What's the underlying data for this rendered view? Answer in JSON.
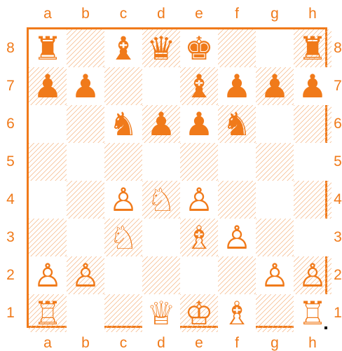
{
  "theme": {
    "accent_color": "#f07a1a",
    "hatch_color": "#f4b583",
    "light_square_color": "#ffffff"
  },
  "board": {
    "files": [
      "a",
      "b",
      "c",
      "d",
      "e",
      "f",
      "g",
      "h"
    ],
    "ranks": [
      "8",
      "7",
      "6",
      "5",
      "4",
      "3",
      "2",
      "1"
    ],
    "pieces": [
      {
        "square": "a8",
        "color": "black",
        "type": "rook",
        "glyph": "♜"
      },
      {
        "square": "c8",
        "color": "black",
        "type": "bishop",
        "glyph": "♝"
      },
      {
        "square": "d8",
        "color": "black",
        "type": "queen",
        "glyph": "♛"
      },
      {
        "square": "e8",
        "color": "black",
        "type": "king",
        "glyph": "♚"
      },
      {
        "square": "h8",
        "color": "black",
        "type": "rook",
        "glyph": "♜"
      },
      {
        "square": "a7",
        "color": "black",
        "type": "pawn",
        "glyph": "♟"
      },
      {
        "square": "b7",
        "color": "black",
        "type": "pawn",
        "glyph": "♟"
      },
      {
        "square": "e7",
        "color": "black",
        "type": "bishop",
        "glyph": "♝"
      },
      {
        "square": "f7",
        "color": "black",
        "type": "pawn",
        "glyph": "♟"
      },
      {
        "square": "g7",
        "color": "black",
        "type": "pawn",
        "glyph": "♟"
      },
      {
        "square": "h7",
        "color": "black",
        "type": "pawn",
        "glyph": "♟"
      },
      {
        "square": "c6",
        "color": "black",
        "type": "knight",
        "glyph": "♞"
      },
      {
        "square": "d6",
        "color": "black",
        "type": "pawn",
        "glyph": "♟"
      },
      {
        "square": "e6",
        "color": "black",
        "type": "pawn",
        "glyph": "♟"
      },
      {
        "square": "f6",
        "color": "black",
        "type": "knight",
        "glyph": "♞"
      },
      {
        "square": "c4",
        "color": "white",
        "type": "pawn",
        "glyph": "♙"
      },
      {
        "square": "d4",
        "color": "white",
        "type": "knight",
        "glyph": "♘"
      },
      {
        "square": "e4",
        "color": "white",
        "type": "pawn",
        "glyph": "♙"
      },
      {
        "square": "c3",
        "color": "white",
        "type": "knight",
        "glyph": "♘"
      },
      {
        "square": "e3",
        "color": "white",
        "type": "bishop",
        "glyph": "♗"
      },
      {
        "square": "f3",
        "color": "white",
        "type": "pawn",
        "glyph": "♙"
      },
      {
        "square": "a2",
        "color": "white",
        "type": "pawn",
        "glyph": "♙"
      },
      {
        "square": "b2",
        "color": "white",
        "type": "pawn",
        "glyph": "♙"
      },
      {
        "square": "g2",
        "color": "white",
        "type": "pawn",
        "glyph": "♙"
      },
      {
        "square": "h2",
        "color": "white",
        "type": "pawn",
        "glyph": "♙"
      },
      {
        "square": "a1",
        "color": "white",
        "type": "rook",
        "glyph": "♖"
      },
      {
        "square": "d1",
        "color": "white",
        "type": "queen",
        "glyph": "♕"
      },
      {
        "square": "e1",
        "color": "white",
        "type": "king",
        "glyph": "♔"
      },
      {
        "square": "f1",
        "color": "white",
        "type": "bishop",
        "glyph": "♗"
      },
      {
        "square": "h1",
        "color": "white",
        "type": "rook",
        "glyph": "♖"
      }
    ]
  }
}
